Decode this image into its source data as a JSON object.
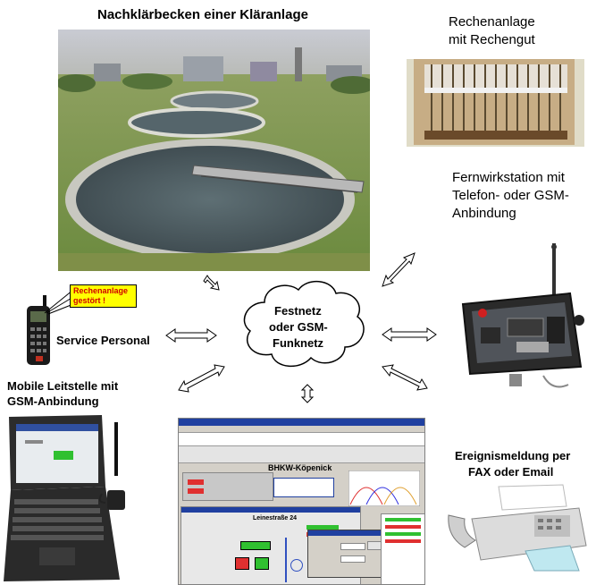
{
  "labels": {
    "plant_title": "Nachklärbecken einer Kläranlage",
    "rake_line1": "Rechenanlage",
    "rake_line2": "mit Rechengut",
    "remote_line1": "Fernwirkstation mit",
    "remote_line2": "Telefon- oder GSM-",
    "remote_line3": "Anbindung",
    "service": "Service Personal",
    "mobile_line1": "Mobile Leitstelle mit",
    "mobile_line2": "GSM-Anbindung",
    "event_line1": "Ereignismeldung per",
    "event_line2": "FAX oder Email",
    "network_line1": "Festnetz",
    "network_line2": "oder GSM-",
    "network_line3": "Funknetz",
    "alert_line1": "Rechenanlage",
    "alert_line2": "gestört !"
  },
  "screen": {
    "title": "BHKW-Köpenick",
    "subtitle": "Leinestraße 24"
  },
  "colors": {
    "alert_bg": "#ffff00",
    "screen_title_bg": "#c0c0c0",
    "screen_blue": "#2040a0"
  }
}
